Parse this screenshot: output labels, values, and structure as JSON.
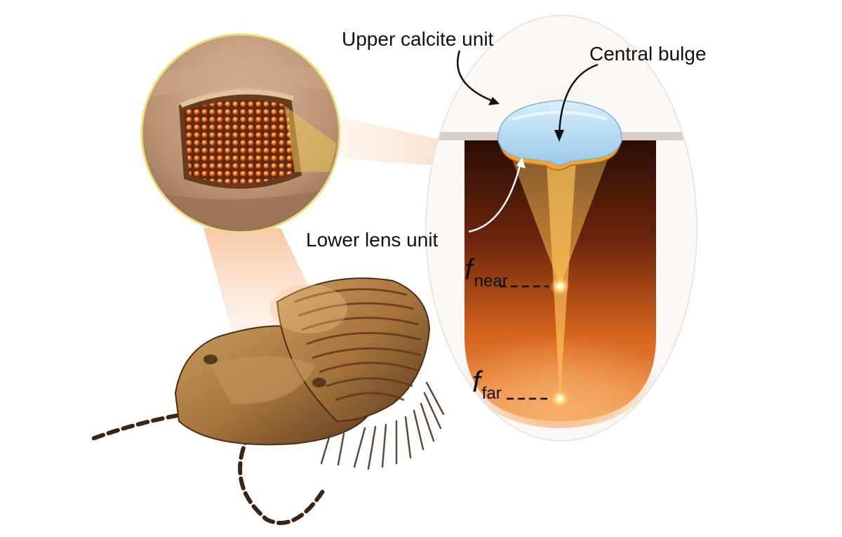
{
  "labels": {
    "upper": "Upper calcite unit",
    "bulge": "Central bulge",
    "lower": "Lower lens unit"
  },
  "focal_points": {
    "symbol": "f",
    "near_sub": "near",
    "far_sub": "far"
  },
  "colors": {
    "lens_blue": "#b9dcf2",
    "lower_lens": "#f3a526",
    "chamber_dark": "#3a1407",
    "chamber_glow": "#f39a42",
    "focus_spot": "#ffe9a3",
    "shell": "#a8743d"
  }
}
